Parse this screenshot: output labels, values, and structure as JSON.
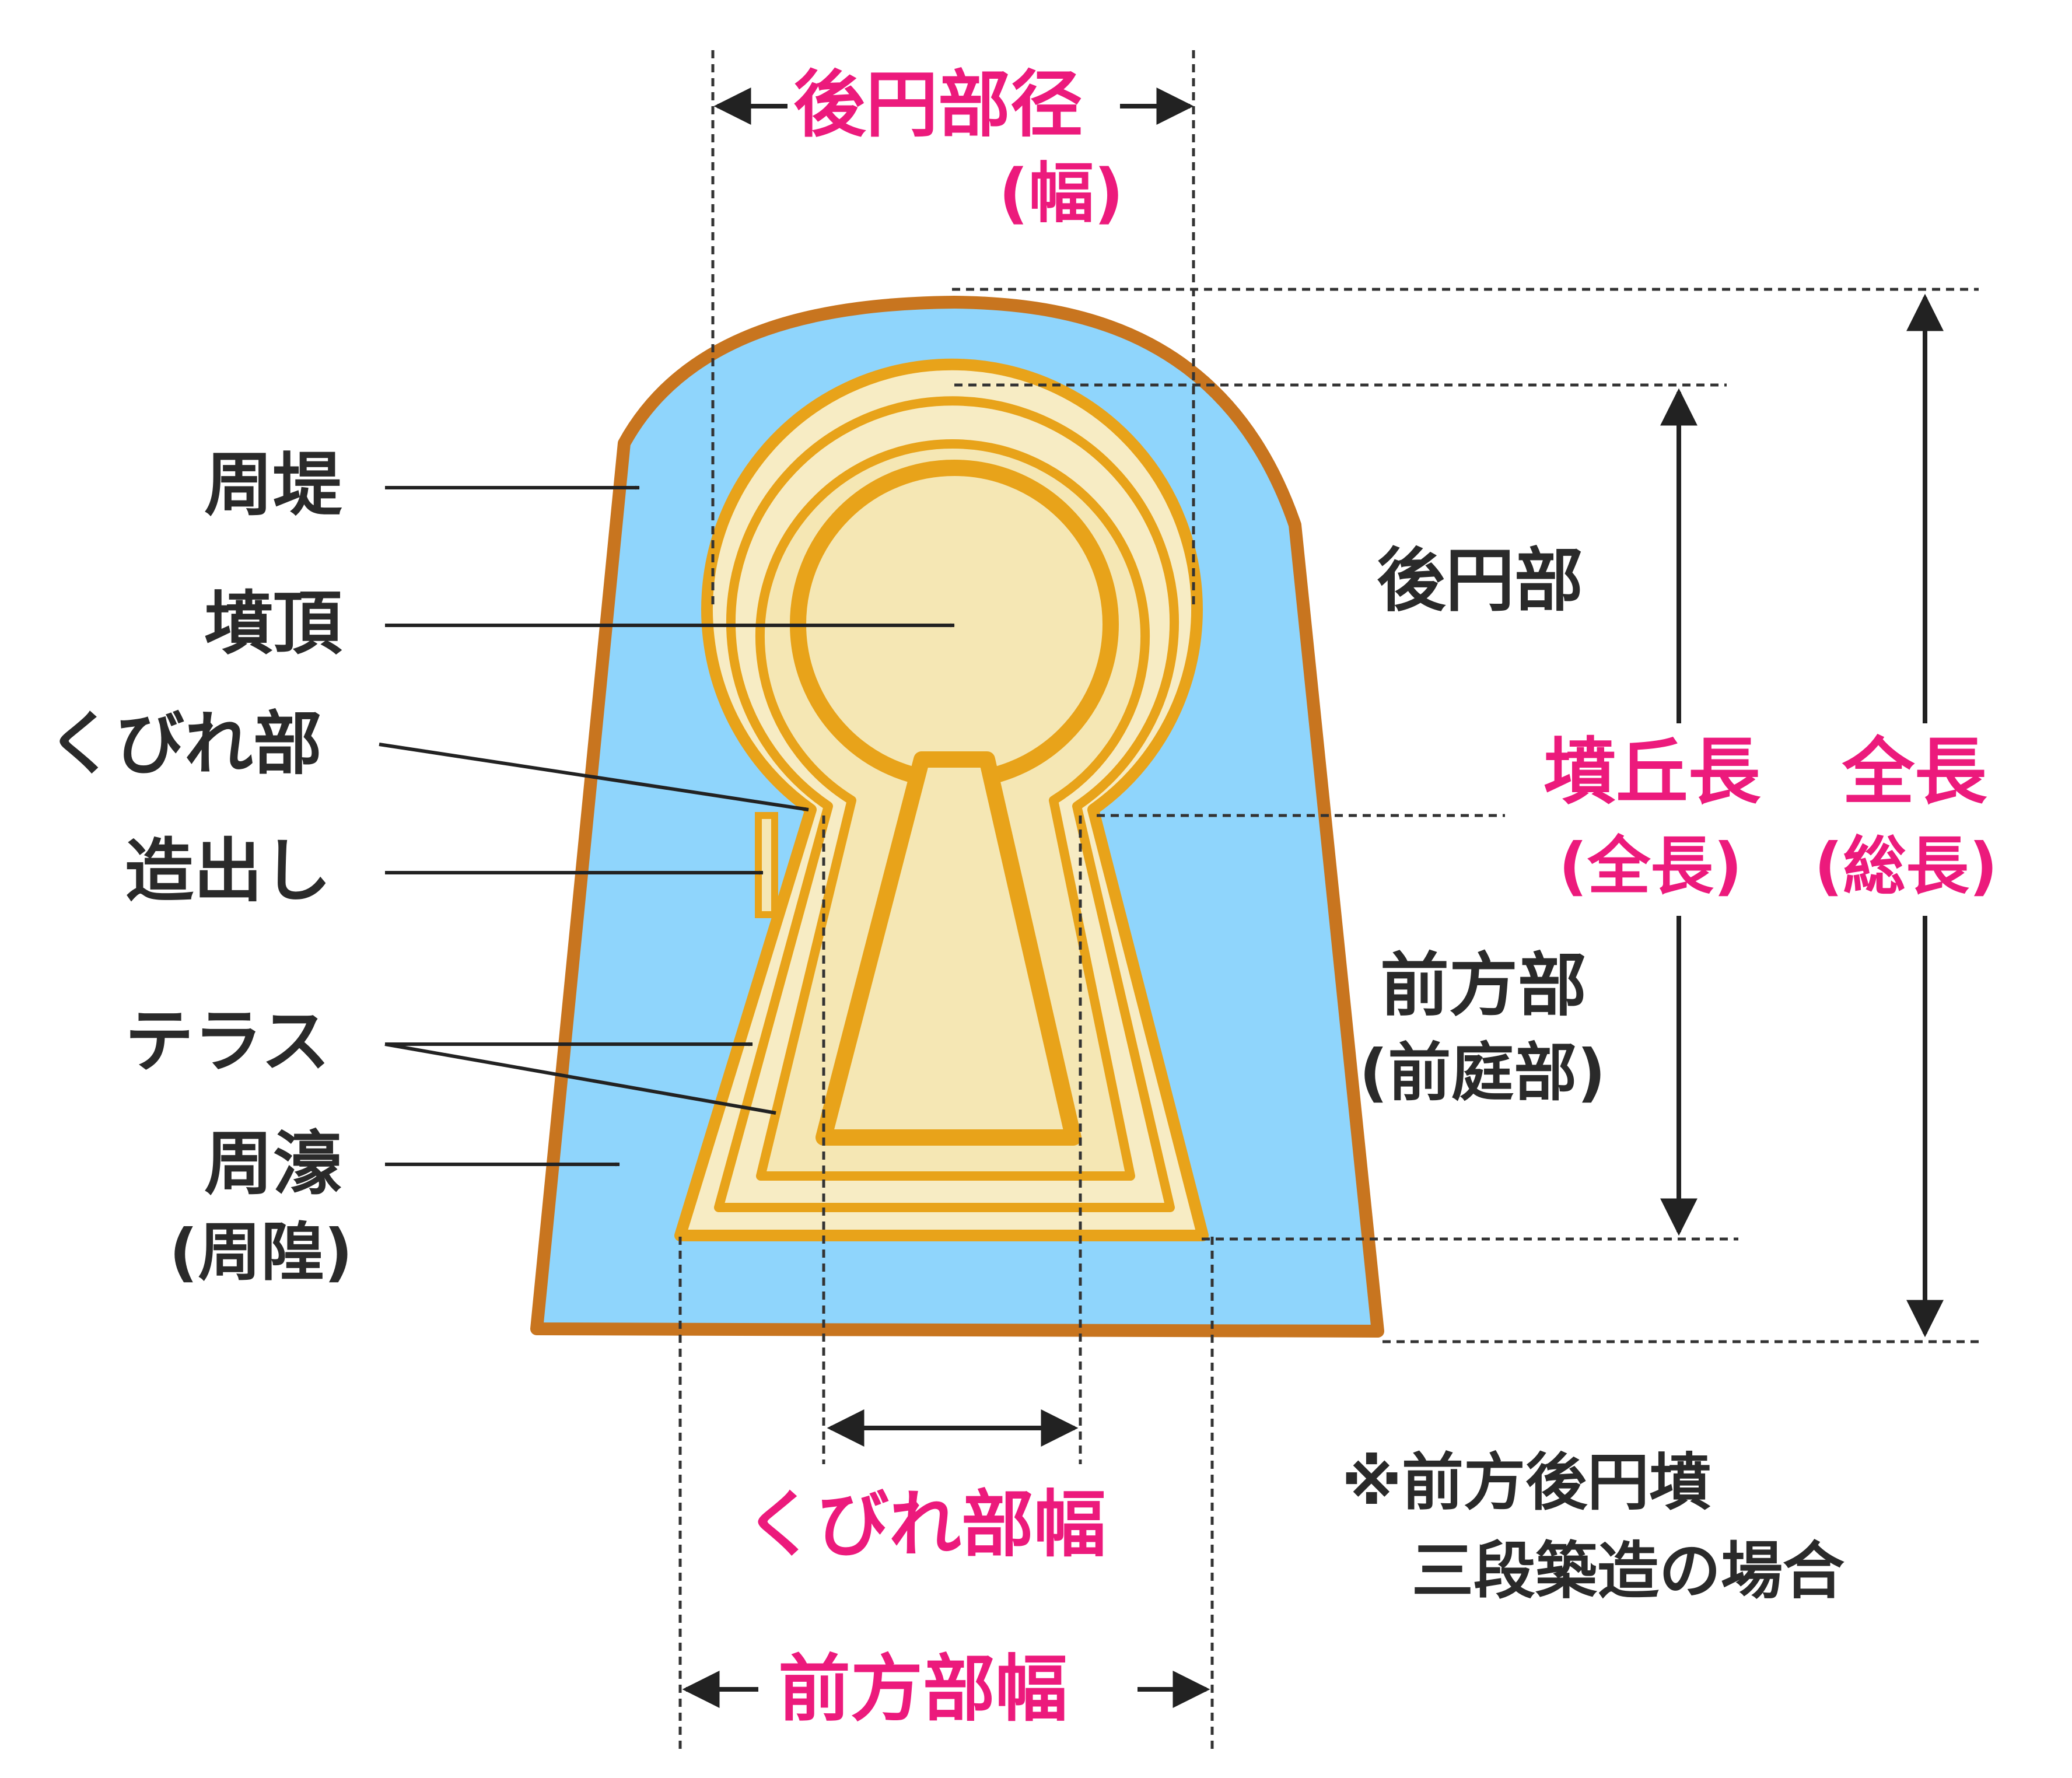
{
  "labels": {
    "left": {
      "shutei": "周堤",
      "funcho": "墳頂",
      "kubire": "くびれ部",
      "tsukuridashi": "造出し",
      "terrace": "テラス",
      "shugo": "周濠",
      "shugo_alt": "(周隍)"
    },
    "right": {
      "koenbu": "後円部",
      "zenpobu": "前方部",
      "zenpobu_alt": "(前庭部)"
    }
  },
  "dimensions": {
    "koenbu_kei": "後円部径",
    "koenbu_kei_alt": "(幅)",
    "funkyucho": "墳丘長",
    "funkyucho_alt": "(全長)",
    "zencho": "全長",
    "zencho_alt": "(総長)",
    "kubire_haba": "くびれ部幅",
    "zenpobu_haba": "前方部幅"
  },
  "note": {
    "line1": "※前方後円墳",
    "line2": "三段築造の場合"
  },
  "colors": {
    "moat": "#8fd5fc",
    "bank_outline": "#c8751f",
    "mound": "#f5e7b4",
    "mound_outline": "#e8a31a",
    "label_black": "#2a2a2a",
    "label_pink": "#ec1a7c"
  }
}
